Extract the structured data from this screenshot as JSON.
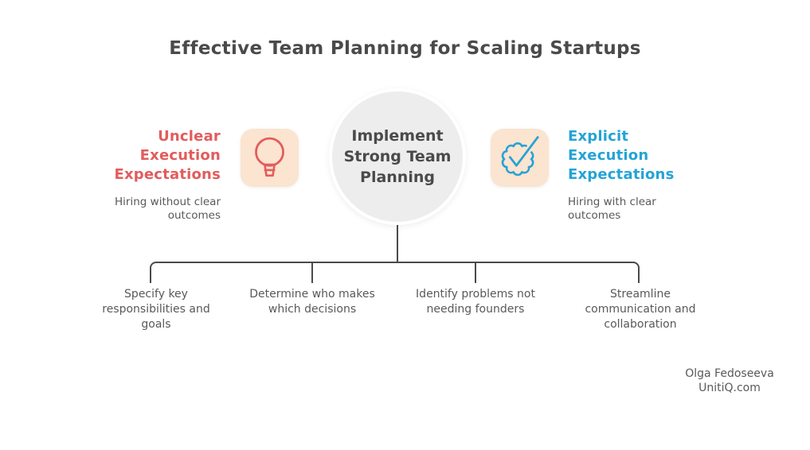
{
  "title": "Effective Team Planning for Scaling Startups",
  "center_node": {
    "label": "Implement\nStrong Team\nPlanning"
  },
  "left_item": {
    "heading": "Unclear\nExecution\nExpectations",
    "description": "Hiring without clear\noutcomes",
    "icon": "lightbulb-icon",
    "accent_color": "#e25c5c"
  },
  "right_item": {
    "heading": "Explicit\nExecution\nExpectations",
    "description": "Hiring with clear\noutcomes",
    "icon": "check-badge-icon",
    "accent_color": "#25a3d6"
  },
  "branches": [
    {
      "label": "Specify key\nresponsibilities and\ngoals"
    },
    {
      "label": "Determine who makes\nwhich decisions"
    },
    {
      "label": "Identify problems not\nneeding founders"
    },
    {
      "label": "Streamline\ncommunication and\ncollaboration"
    }
  ],
  "attribution": {
    "author": "Olga Fedoseeva",
    "website": "UnitiQ.com"
  },
  "colors": {
    "title_text": "#4a4a4a",
    "body_text": "#595959",
    "connector_line": "#4a4a4a",
    "negative_accent": "#e25c5c",
    "positive_accent": "#25a3d6",
    "icon_background": "#fbe4d0",
    "center_circle_fill": "#ededed",
    "background": "#ffffff"
  }
}
